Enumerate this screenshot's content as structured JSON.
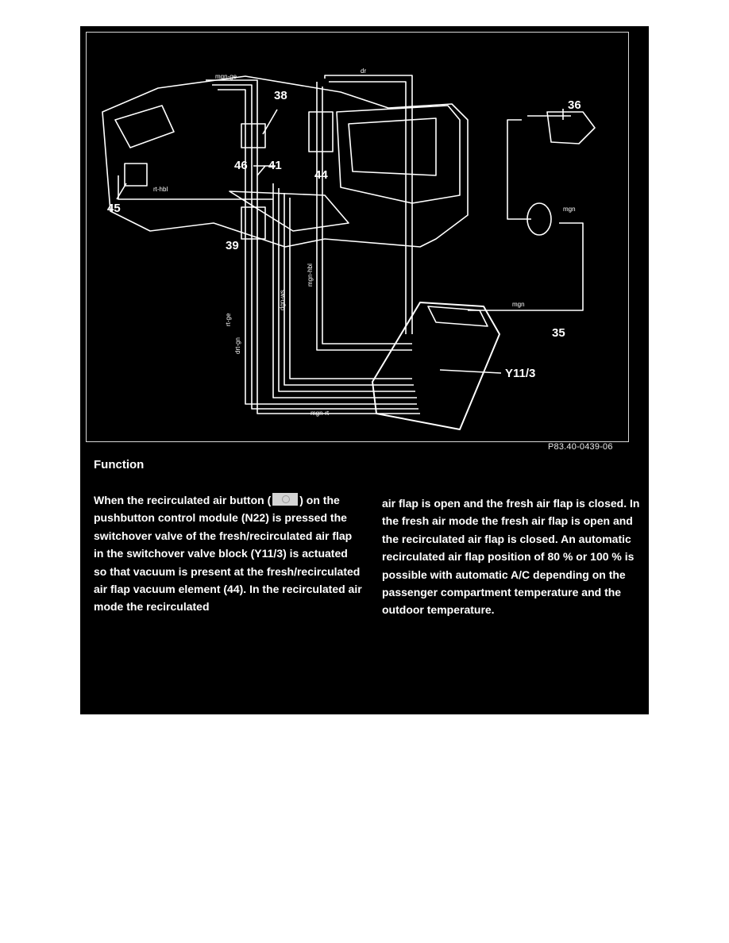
{
  "figure": {
    "callouts": {
      "c36": "36",
      "c38": "38",
      "c46": "46",
      "c41": "41",
      "c44": "44",
      "c45": "45",
      "c39": "39",
      "c35": "35",
      "y113": "Y11/3"
    },
    "hose_labels": {
      "mgn_ge": "mgn-ge",
      "dr": "dr",
      "rt_hbl": "rt-hbl",
      "mgn_top": "mgn",
      "mgn_right": "mgn",
      "rt_ge": "rt-ge",
      "drt_gn": "drt-gn",
      "dgn_ws": "dgn-ws",
      "mgn_hbl": "mgn-hbl",
      "mgn_rt": "mgn-rt"
    },
    "reference": "P83.40-0439-06"
  },
  "text": {
    "heading": "Function",
    "left_part1": "When the recirculated air button (",
    "left_part2": ") on the pushbutton control module (N22) is pressed the switchover valve of the fresh/recirculated air flap in the switchover valve block (Y11/3) is actuated so that vacuum is present at the fresh/recirculated air flap vacuum element (44). In the recirculated air mode the recirculated",
    "right_text": "air flap is open and the fresh air flap is closed. In the fresh air mode the fresh air flap is open and the recirculated air flap is closed. An automatic recirculated air flap position of 80 % or 100 % is possible with automatic A/C depending on the passenger compartment temperature and the outdoor temperature."
  }
}
